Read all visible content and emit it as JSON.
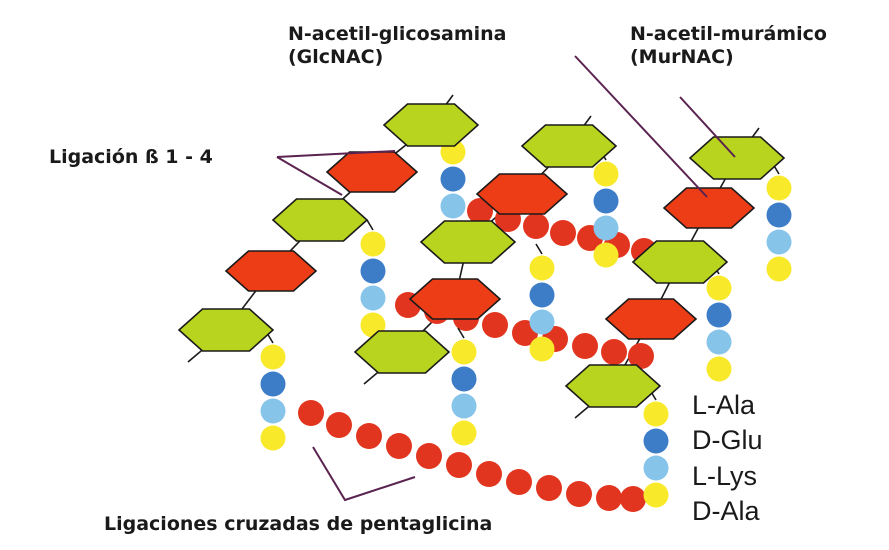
{
  "labels": {
    "glcnac_line1": "N-acetil-glicosamina",
    "glcnac_line2": "(GlcNAC)",
    "murnac_line1": "N-acetil-murámico",
    "murnac_line2": "(MurNAC)",
    "beta_linkage": "Ligación ß 1 - 4",
    "crosslinks": "Ligaciones cruzadas de pentaglicina"
  },
  "legend": [
    {
      "name": "L-Ala",
      "color": "#f8ea2a"
    },
    {
      "name": "D-Glu",
      "color": "#3d7cc7"
    },
    {
      "name": "L-Lys",
      "color": "#86c4ea"
    },
    {
      "name": "D-Ala",
      "color": "#f8ea2a"
    }
  ],
  "colors": {
    "glcnac": "#b8d41e",
    "murnac": "#ec3d16",
    "glycine": "#e2351f",
    "ala": "#f8ea2a",
    "glu": "#3d7cc7",
    "lys": "#86c4ea",
    "outline": "#1a1a1a"
  }
}
